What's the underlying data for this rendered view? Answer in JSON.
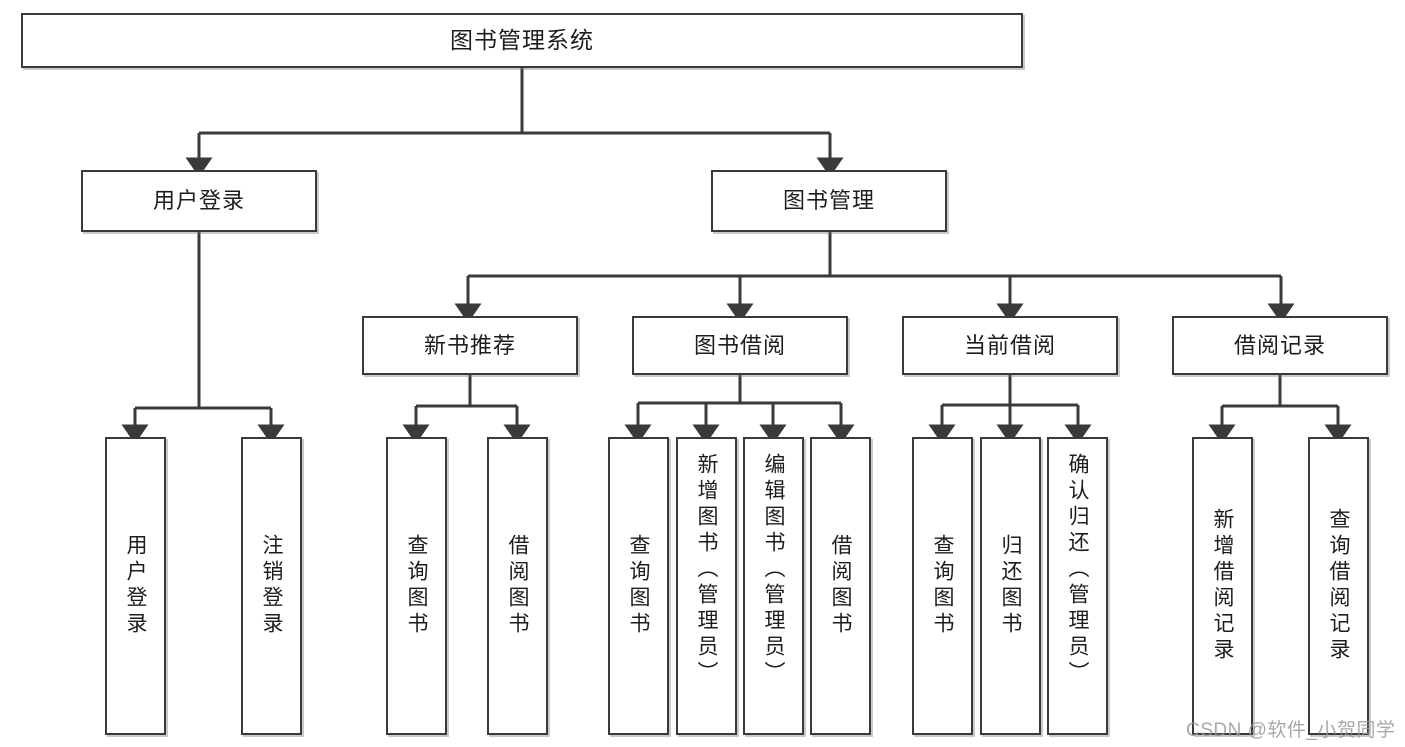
{
  "diagram": {
    "title": "图书管理系统",
    "style": {
      "box_border_color": "#3a3a3a",
      "box_fill_color": "#ffffff",
      "edge_color": "#3a3a3a",
      "text_color": "#1d1d1d",
      "background": "#ffffff"
    },
    "levels": {
      "root": "图书管理系统",
      "level2": [
        "用户登录",
        "图书管理"
      ],
      "level3": [
        "新书推荐",
        "图书借阅",
        "当前借阅",
        "借阅记录"
      ]
    },
    "nodes": {
      "root": {
        "label": "图书管理系统"
      },
      "user_login": {
        "label": "用户登录"
      },
      "book_manage": {
        "label": "图书管理"
      },
      "new_book_rec": {
        "label": "新书推荐"
      },
      "book_borrow": {
        "label": "图书借阅"
      },
      "current_borrow": {
        "label": "当前借阅"
      },
      "borrow_record": {
        "label": "借阅记录"
      },
      "leaf_user_login": {
        "label": "用户登录"
      },
      "leaf_logout": {
        "label": "注销登录"
      },
      "leaf_query_book_1": {
        "label": "查询图书"
      },
      "leaf_borrow_book_1": {
        "label": "借阅图书"
      },
      "leaf_query_book_2": {
        "label": "查询图书"
      },
      "leaf_add_book_admin": {
        "label": "新增图书（管理员）"
      },
      "leaf_edit_book_admin": {
        "label": "编辑图书（管理员）"
      },
      "leaf_borrow_book_2": {
        "label": "借阅图书"
      },
      "leaf_query_book_3": {
        "label": "查询图书"
      },
      "leaf_return_book": {
        "label": "归还图书"
      },
      "leaf_confirm_return_admin": {
        "label": "确认归还（管理员）"
      },
      "leaf_add_record": {
        "label": "新增借阅记录"
      },
      "leaf_query_record": {
        "label": "查询借阅记录"
      }
    },
    "edges": [
      {
        "from": "root",
        "to": "user_login"
      },
      {
        "from": "root",
        "to": "book_manage"
      },
      {
        "from": "user_login",
        "to": "leaf_user_login"
      },
      {
        "from": "user_login",
        "to": "leaf_logout"
      },
      {
        "from": "book_manage",
        "to": "new_book_rec"
      },
      {
        "from": "book_manage",
        "to": "book_borrow"
      },
      {
        "from": "book_manage",
        "to": "current_borrow"
      },
      {
        "from": "book_manage",
        "to": "borrow_record"
      },
      {
        "from": "new_book_rec",
        "to": "leaf_query_book_1"
      },
      {
        "from": "new_book_rec",
        "to": "leaf_borrow_book_1"
      },
      {
        "from": "book_borrow",
        "to": "leaf_query_book_2"
      },
      {
        "from": "book_borrow",
        "to": "leaf_add_book_admin"
      },
      {
        "from": "book_borrow",
        "to": "leaf_edit_book_admin"
      },
      {
        "from": "book_borrow",
        "to": "leaf_borrow_book_2"
      },
      {
        "from": "current_borrow",
        "to": "leaf_query_book_3"
      },
      {
        "from": "current_borrow",
        "to": "leaf_return_book"
      },
      {
        "from": "current_borrow",
        "to": "leaf_confirm_return_admin"
      },
      {
        "from": "borrow_record",
        "to": "leaf_add_record"
      },
      {
        "from": "borrow_record",
        "to": "leaf_query_record"
      }
    ]
  },
  "watermark": {
    "text": "CSDN @软件_小贺同学"
  }
}
